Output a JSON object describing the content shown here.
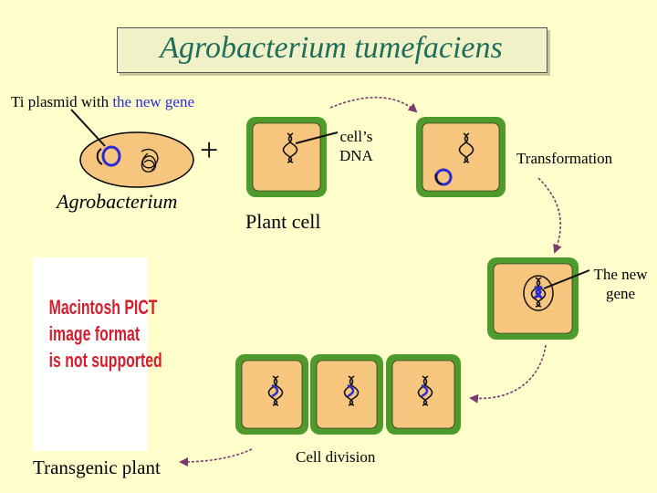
{
  "title": "Agrobacterium tumefaciens",
  "labels": {
    "ti_plasmid_prefix": "Ti plasmid with ",
    "ti_plasmid_highlight": "the new gene",
    "agrobacterium": "Agrobacterium",
    "plus": "+",
    "cells_dna_line1": "cell’s",
    "cells_dna_line2": "DNA",
    "plant_cell": "Plant cell",
    "transformation": "Transformation",
    "new_gene_line1": "The new",
    "new_gene_line2": "gene",
    "cell_division": "Cell division",
    "transgenic_plant": "Transgenic plant"
  },
  "pict_placeholder": {
    "line1": "Macintosh PICT",
    "line2": "image format",
    "line3": "is not supported"
  },
  "colors": {
    "background": "#ffffcc",
    "title": "#1f6e5c",
    "cell_wall": "#4f9a2c",
    "cell_fill": "#f6c57e",
    "highlight": "#2b2bd6",
    "pict_text": "#d31e2e"
  }
}
